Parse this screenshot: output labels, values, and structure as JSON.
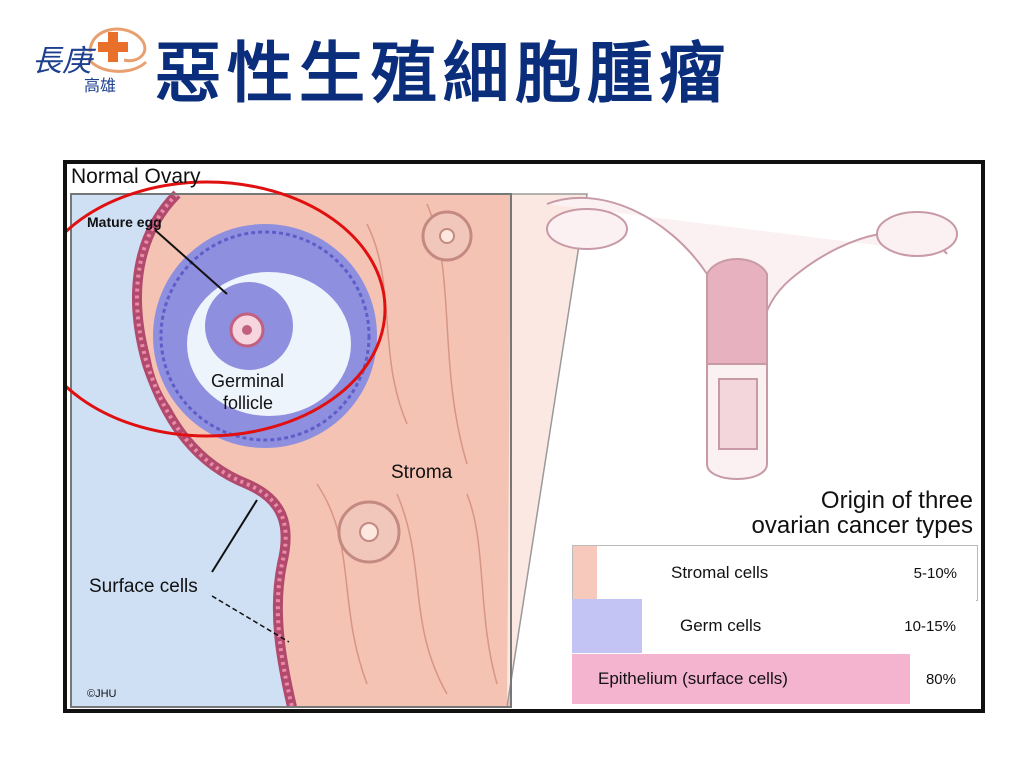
{
  "logo": {
    "text_top": "長庚",
    "text_bottom": "高雄"
  },
  "slide": {
    "title": "惡性生殖細胞腫瘤"
  },
  "figure": {
    "panel_title": "Normal Ovary",
    "labels": {
      "mature_egg": "Mature egg",
      "germinal_follicle_line1": "Germinal",
      "germinal_follicle_line2": "follicle",
      "stroma": "Stroma",
      "surface_cells": "Surface cells",
      "credit": "©JHU"
    },
    "legend_title_line1": "Origin of three",
    "legend_title_line2": "ovarian cancer types",
    "cell_types": [
      {
        "name": "Stromal cells",
        "percent": "5-10%",
        "share": 0.075,
        "color": "#f6c9bc"
      },
      {
        "name": "Germ cells",
        "percent": "10-15%",
        "share": 0.125,
        "color": "#c4c4f4"
      },
      {
        "name": "Epithelium (surface cells)",
        "percent": "80%",
        "share": 0.8,
        "color": "#f4b3cf"
      }
    ],
    "colors": {
      "highlight_circle": "#e01010",
      "background_fluid": "#cfe0f5",
      "stroma": "#f5c3b3",
      "follicle": "#8f8fe0"
    }
  }
}
